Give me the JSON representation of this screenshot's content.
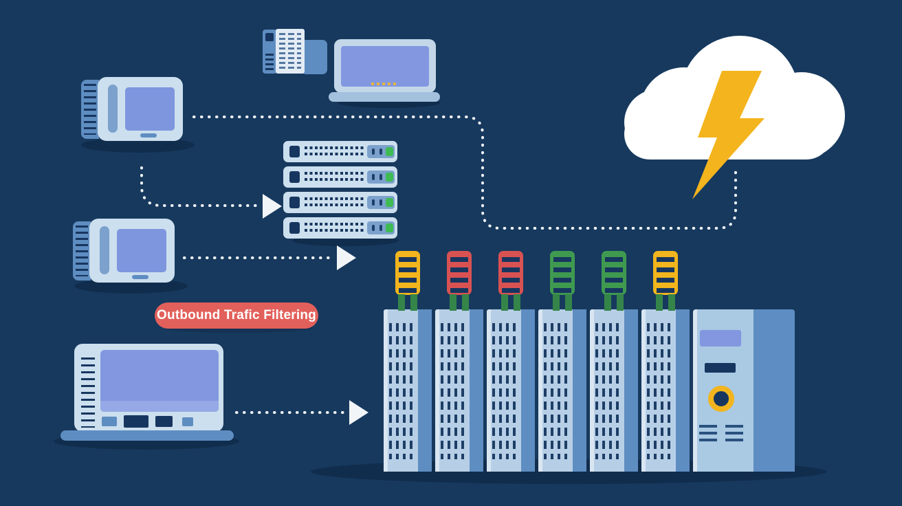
{
  "scene": {
    "description": "Flat illustration: client devices connect through outbound traffic filtering to a server rack; a storm cloud with a lightning bolt represents the external threat/internet.",
    "background_color": "#17395e",
    "label_pill": {
      "text": "Outbound Trafic Filtering",
      "bg_color": "#e2605b",
      "text_color": "#ffffff"
    }
  },
  "palette": {
    "navy_bg": "#17395e",
    "detail_navy": "#17365f",
    "device_light": "#ccdfee",
    "rack_face": "#b7cfe6",
    "rack_highlight": "#d9e6f2",
    "medium_blue": "#5e8dc1",
    "panel_blue": "#7ba1cc",
    "screen_periwinkle": "#7e96de",
    "cloud_white": "#ffffff",
    "bolt_yellow": "#f4b41d",
    "connector_yellow": "#f2b51d",
    "connector_red": "#d95252",
    "connector_green": "#3f9a50",
    "leg_green": "#35854a",
    "led_green": "#3fbb54",
    "shadow_navy": "#112d4d",
    "wire_white": "#f2f5f8"
  },
  "nodes": {
    "monitor_top": {
      "type": "desktop-monitor"
    },
    "monitor_middle": {
      "type": "desktop-monitor"
    },
    "fax_document": {
      "type": "fax-document-device"
    },
    "laptop_top": {
      "type": "laptop"
    },
    "laptop_bottom": {
      "type": "laptop"
    },
    "storm_cloud": {
      "type": "cloud-with-lightning-bolt"
    },
    "server_stack": {
      "type": "rack-server-stack",
      "units": 4,
      "led_color": "green"
    },
    "server_rack": {
      "type": "data-center-rack",
      "columns": 6,
      "connector_colors": [
        "yellow",
        "red",
        "red",
        "green",
        "green",
        "yellow"
      ],
      "control_unit": {
        "has_screen": true,
        "has_power_button": true,
        "has_vents": true
      }
    }
  },
  "connections": [
    {
      "from": "monitor_top",
      "to": "storm_cloud",
      "style": "dotted",
      "arrow": false
    },
    {
      "from": "monitor_top",
      "to": "server_stack",
      "style": "dotted",
      "arrow": true
    },
    {
      "from": "monitor_middle",
      "to": "server_rack",
      "style": "dotted",
      "arrow": true
    },
    {
      "from": "laptop_bottom",
      "to": "server_rack",
      "style": "dotted",
      "arrow": true
    }
  ]
}
